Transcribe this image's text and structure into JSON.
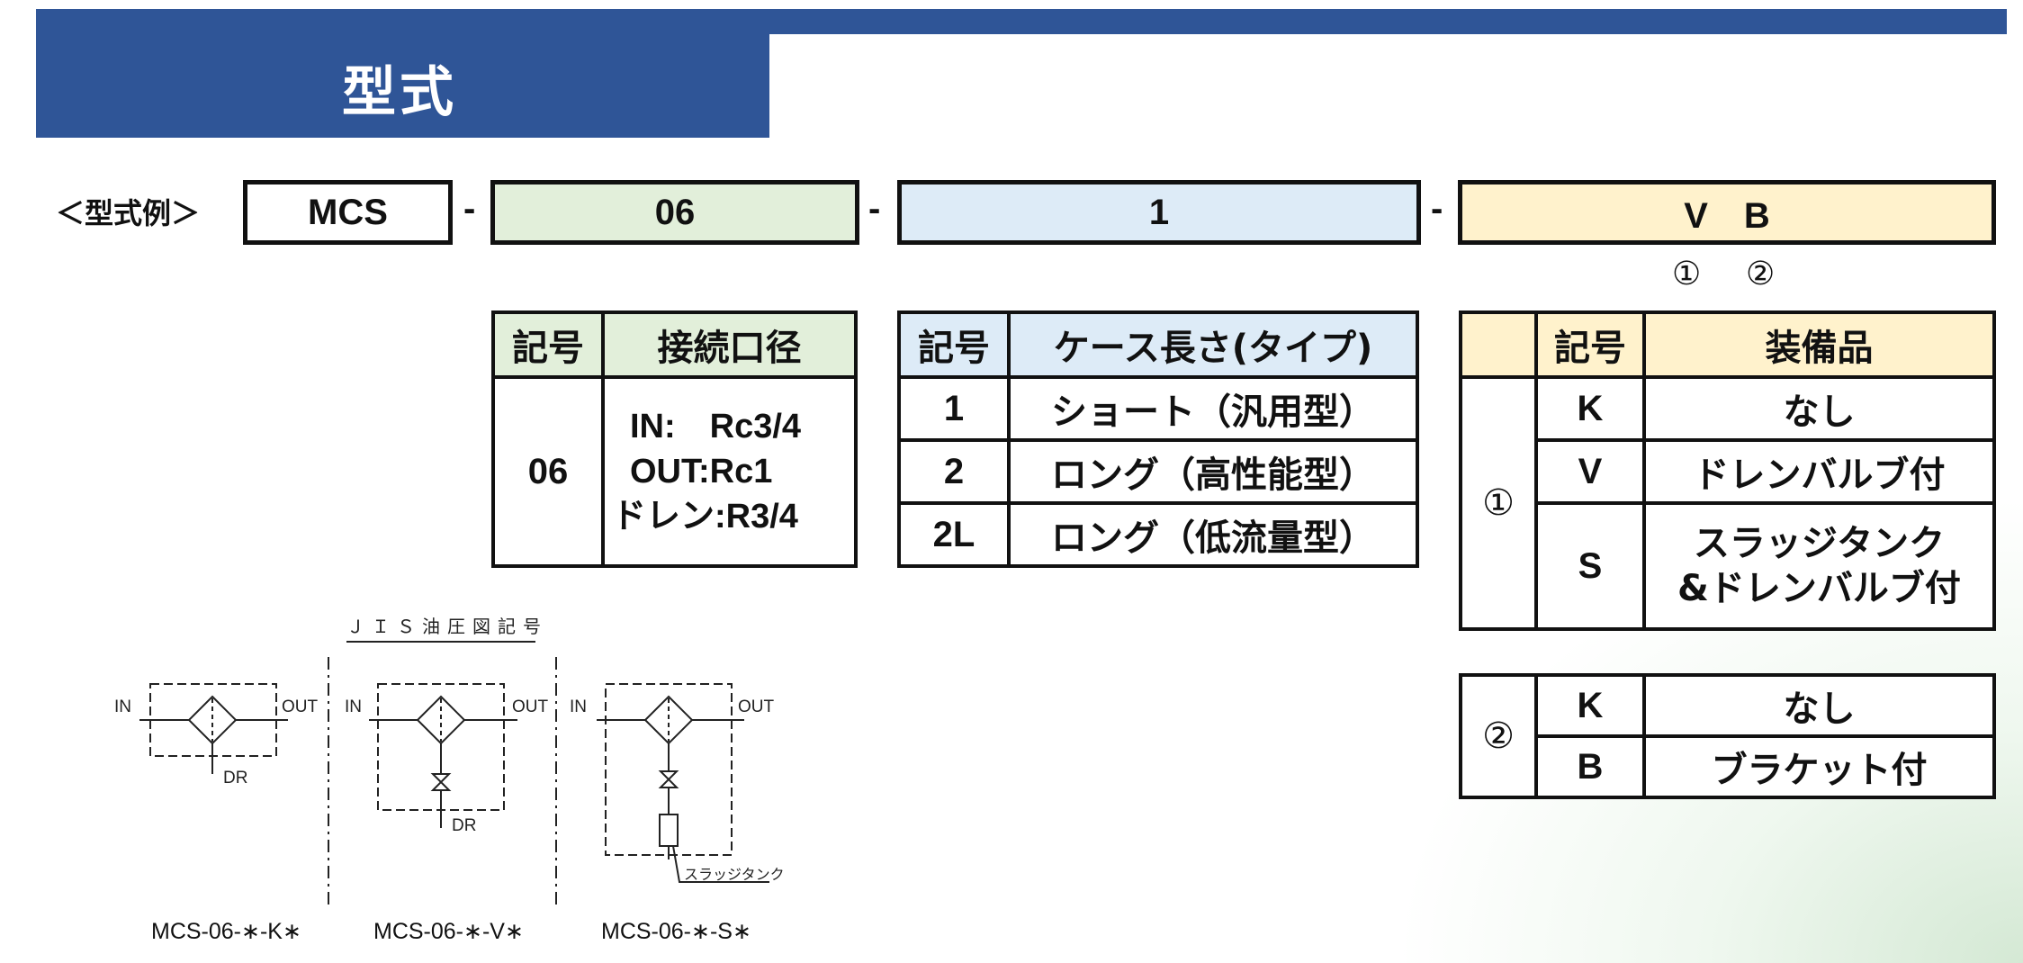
{
  "header": {
    "title": "型式"
  },
  "model_example": {
    "label": "＜型式例＞",
    "parts": [
      "MCS",
      "06",
      "1",
      "V　B"
    ],
    "separator": "-",
    "markers": [
      "①",
      "②"
    ]
  },
  "colors": {
    "header_blue": "#2f5597",
    "green": "#e2efda",
    "blue": "#ddebf7",
    "yellow": "#fff2cc"
  },
  "port_table": {
    "headers": [
      "記号",
      "接続口径"
    ],
    "code": "06",
    "lines": [
      "IN:　Rc3/4",
      "OUT:Rc1",
      "ドレン:R3/4"
    ]
  },
  "case_table": {
    "headers": [
      "記号",
      "ケース長さ(タイプ)"
    ],
    "rows": [
      {
        "code": "1",
        "desc": "ショート（汎用型）"
      },
      {
        "code": "2",
        "desc": "ロング（高性能型）"
      },
      {
        "code": "2L",
        "desc": "ロング（低流量型）"
      }
    ]
  },
  "equip_table": {
    "headers": [
      "記号",
      "装備品"
    ],
    "group": "①",
    "rows": [
      {
        "code": "K",
        "desc": "なし"
      },
      {
        "code": "V",
        "desc": "ドレンバルブ付"
      },
      {
        "code": "S",
        "desc_line1": "スラッジタンク",
        "desc_line2": "&ドレンバルブ付"
      }
    ]
  },
  "bracket_table": {
    "group": "②",
    "rows": [
      {
        "code": "K",
        "desc": "なし"
      },
      {
        "code": "B",
        "desc": "ブラケット付"
      }
    ]
  },
  "symbols": {
    "heading": "ＪＩＳ油圧図記号",
    "in": "IN",
    "out": "OUT",
    "dr": "DR",
    "sludge": "スラッジタンク",
    "captions": [
      "MCS-06-∗-K∗",
      "MCS-06-∗-V∗",
      "MCS-06-∗-S∗"
    ]
  }
}
